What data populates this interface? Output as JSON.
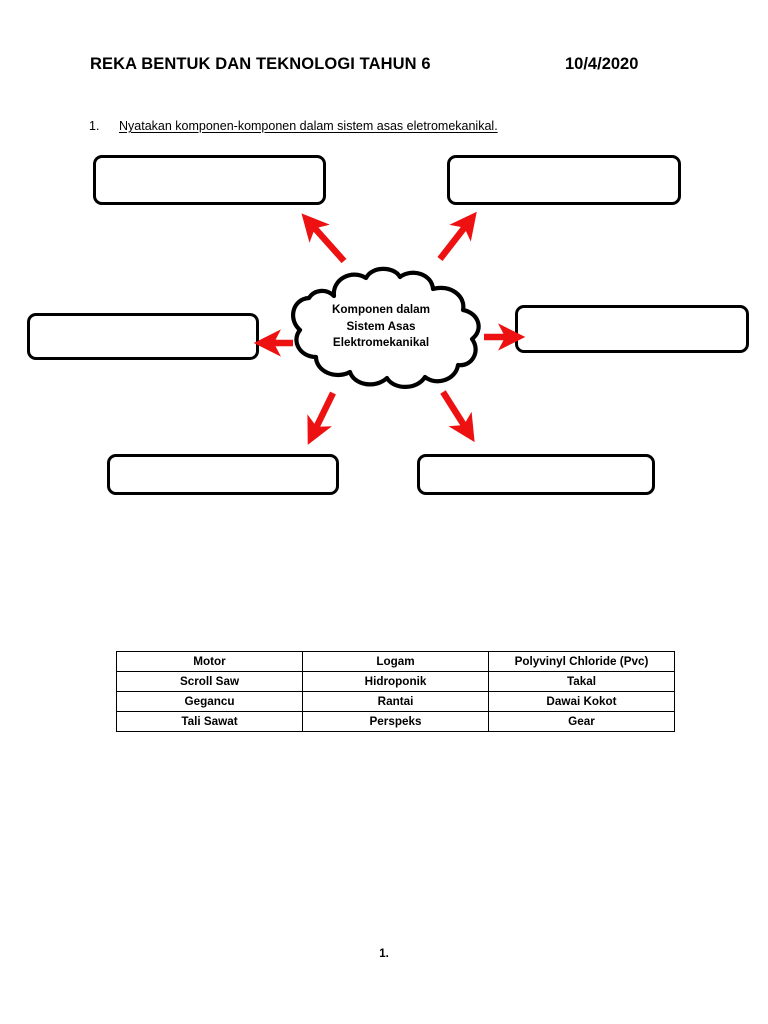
{
  "header": {
    "title": "REKA BENTUK DAN TEKNOLOGI TAHUN 6",
    "date": "10/4/2020"
  },
  "question": {
    "number": "1.",
    "text": "Nyatakan komponen-komponen dalam sistem asas eletromekanikal."
  },
  "diagram": {
    "center": {
      "line1": "Komponen dalam",
      "line2": "Sistem Asas",
      "line3": "Elektromekanikal"
    },
    "arrow_color": "#ee1111",
    "box_border_color": "#000000",
    "answer_boxes": [
      {
        "id": "top-left",
        "value": ""
      },
      {
        "id": "top-right",
        "value": ""
      },
      {
        "id": "mid-left",
        "value": ""
      },
      {
        "id": "mid-right",
        "value": ""
      },
      {
        "id": "bottom-left",
        "value": ""
      },
      {
        "id": "bottom-right",
        "value": ""
      }
    ]
  },
  "wordbank": {
    "rows": [
      [
        "Motor",
        "Logam",
        "Polyvinyl Chloride (Pvc)"
      ],
      [
        "Scroll Saw",
        "Hidroponik",
        "Takal"
      ],
      [
        "Gegancu",
        "Rantai",
        "Dawai Kokot"
      ],
      [
        "Tali Sawat",
        "Perspeks",
        "Gear"
      ]
    ]
  },
  "footer": {
    "page_number": "1."
  }
}
